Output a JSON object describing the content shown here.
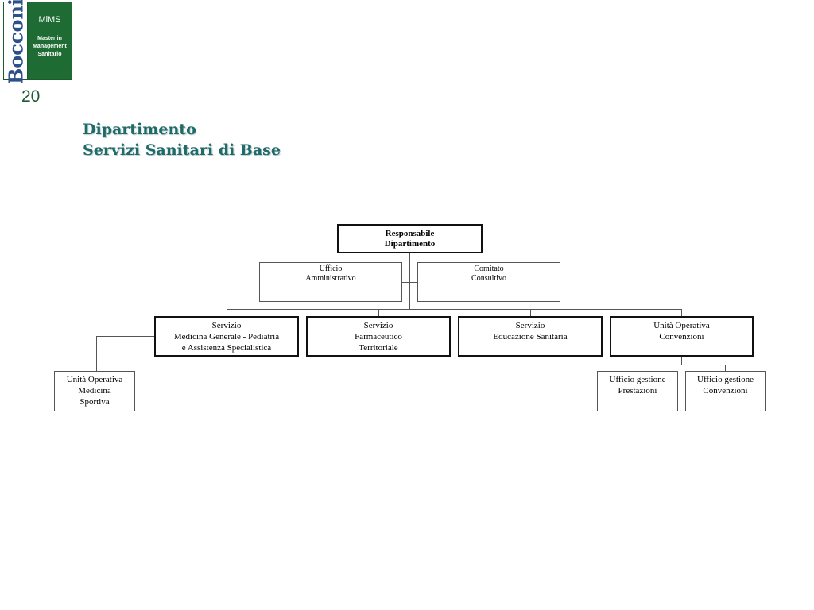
{
  "logo": {
    "brand": "Bocconi",
    "abbr": "MiMS",
    "line1": "Master in",
    "line2": "Management",
    "line3": "Sanitario",
    "colors": {
      "green": "#1f6b34",
      "blue": "#2c4f8a"
    }
  },
  "slide_number": "20",
  "title": {
    "line1": "Dipartimento",
    "line2": "Servizi Sanitari di Base",
    "color": "#1f6b6a"
  },
  "org_chart": {
    "head": {
      "line1": "Responsabile",
      "line2": "Dipartimento"
    },
    "staff": [
      {
        "line1": "Ufficio",
        "line2": "Amministrativo"
      },
      {
        "line1": "Comitato",
        "line2": "Consultivo"
      }
    ],
    "units": [
      {
        "line1": "Servizio",
        "line2": "Medicina Generale - Pediatria",
        "line3": "e Assistenza Specialistica"
      },
      {
        "line1": "Servizio",
        "line2": "Farmaceutico",
        "line3": "Territoriale"
      },
      {
        "line1": "Servizio",
        "line2": "Educazione Sanitaria"
      },
      {
        "line1": "Unità Operativa",
        "line2": "Convenzioni"
      }
    ],
    "sub_units": [
      {
        "line1": "Unità Operativa",
        "line2": "Medicina",
        "line3": "Sportiva"
      },
      {
        "line1": "Ufficio gestione",
        "line2": "Prestazioni"
      },
      {
        "line1": "Ufficio gestione",
        "line2": "Convenzioni"
      }
    ]
  }
}
